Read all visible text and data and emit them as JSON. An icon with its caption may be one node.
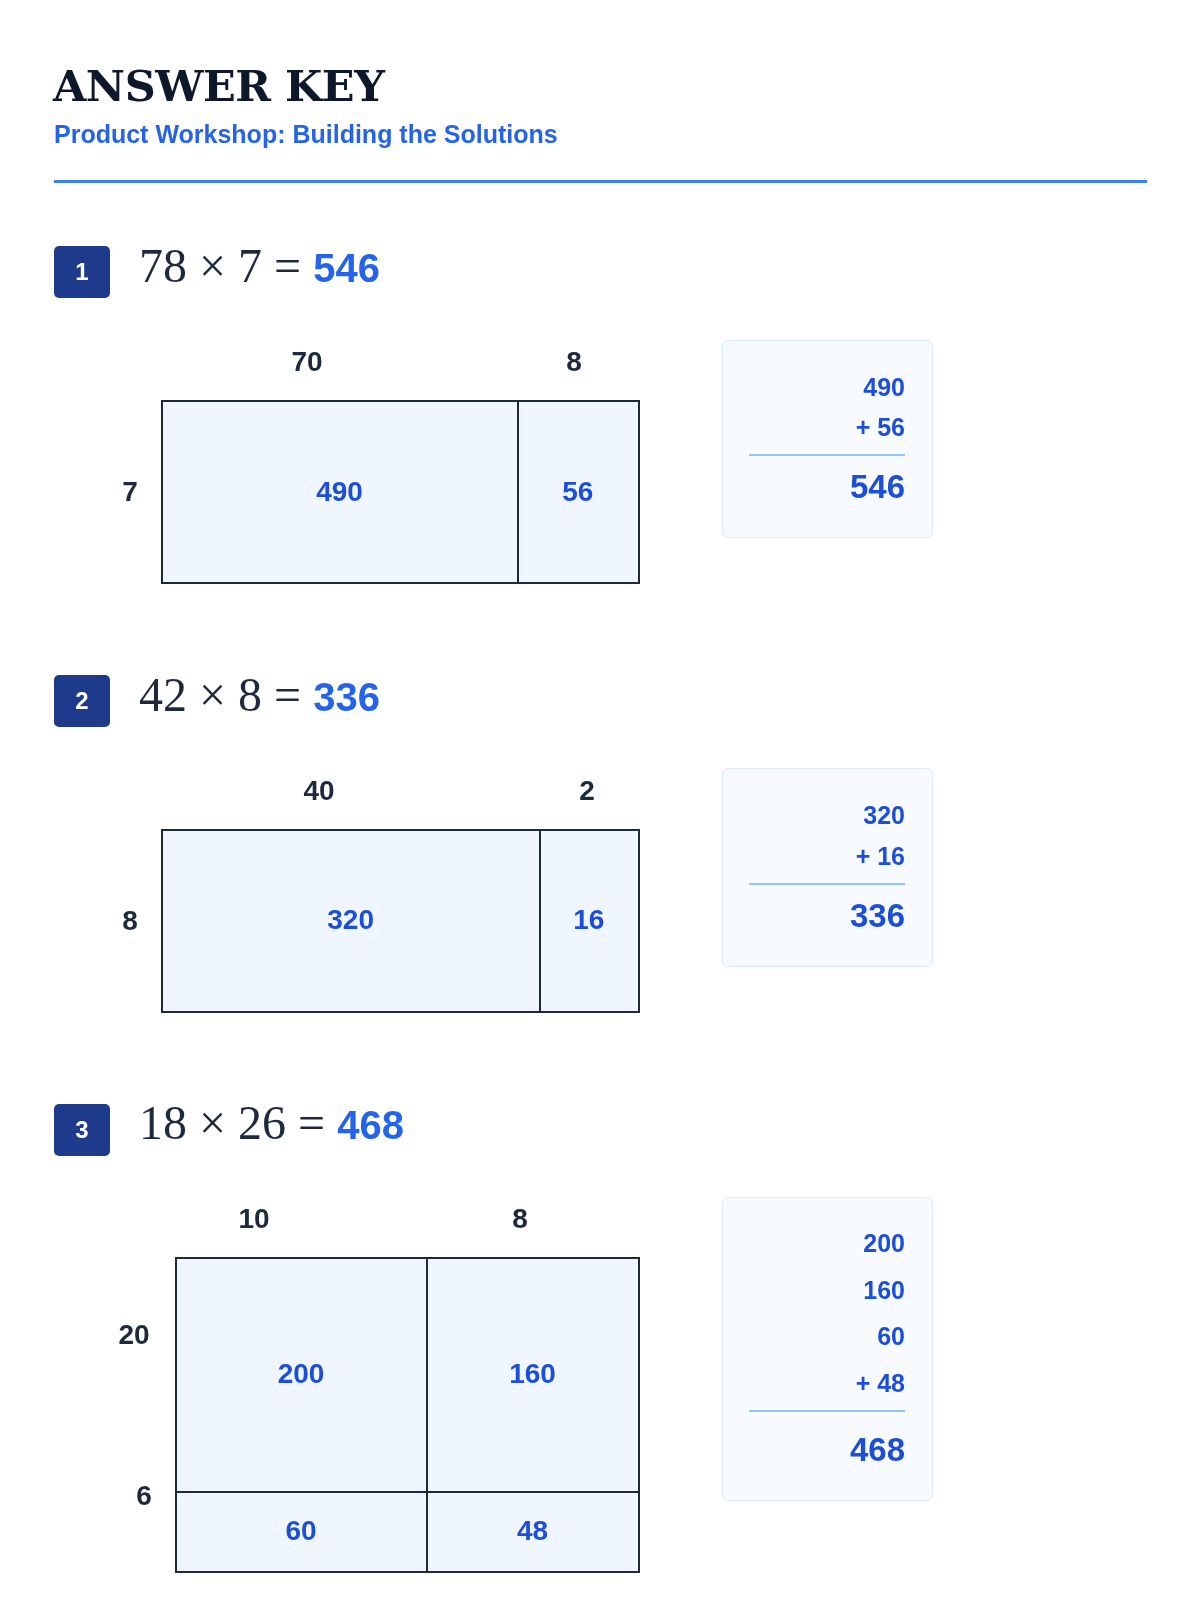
{
  "diagram": {
    "title": "ANSWER KEY",
    "nodes": [
      {
        "text": [
          "1"
        ]
      },
      {
        "text": [
          "490"
        ]
      },
      {
        "text": [
          "56"
        ]
      },
      {
        "text": [
          "490",
          "+ 56",
          "546"
        ]
      },
      {
        "text": [
          "2"
        ]
      },
      {
        "text": [
          "320"
        ]
      },
      {
        "text": [
          "16"
        ]
      },
      {
        "text": [
          "320",
          "+ 16",
          "336"
        ]
      },
      {
        "text": [
          "3"
        ]
      },
      {
        "text": [
          "200"
        ]
      },
      {
        "text": [
          "160"
        ]
      },
      {
        "text": [
          "60"
        ]
      },
      {
        "text": [
          "48"
        ]
      },
      {
        "text": [
          "200",
          "160",
          "60",
          "+ 48",
          "468"
        ]
      }
    ],
    "labels": [
      "Product Workshop: Building the Solutions",
      "78 × 7 = **546**",
      "70",
      "8",
      "7",
      "42 × 8 = **336**",
      "40",
      "2",
      "8",
      "18 × 26 = **468**",
      "10",
      "8",
      "20",
      "6"
    ]
  }
}
